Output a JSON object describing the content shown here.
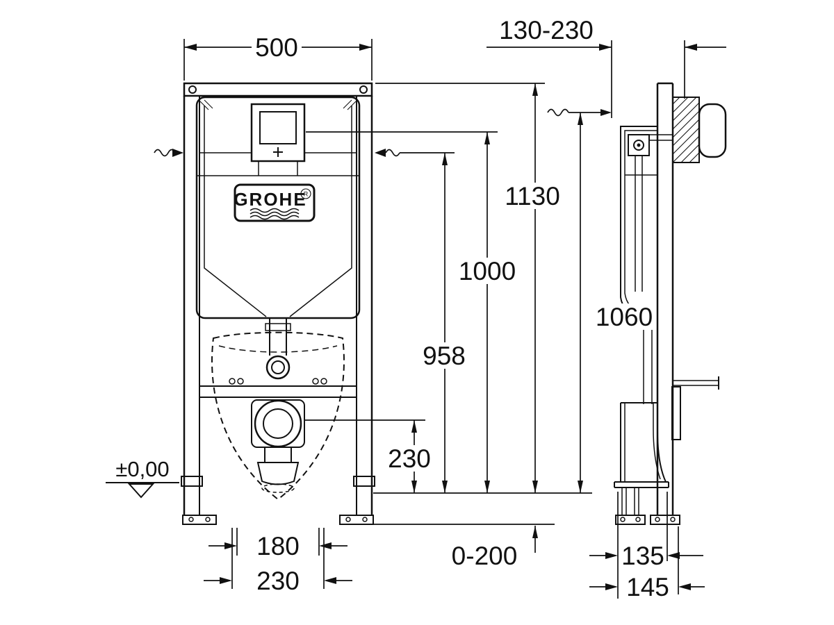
{
  "logo": {
    "text": "GROHE",
    "r": "R"
  },
  "dims": {
    "w500": "500",
    "d130_230": "130-230",
    "h1130": "1130",
    "h1000": "1000",
    "h958": "958",
    "h1060": "1060",
    "h230": "230",
    "datum": "±0,00",
    "b180": "180",
    "b230": "230",
    "foot0_200": "0-200",
    "d135": "135",
    "d145": "145"
  }
}
